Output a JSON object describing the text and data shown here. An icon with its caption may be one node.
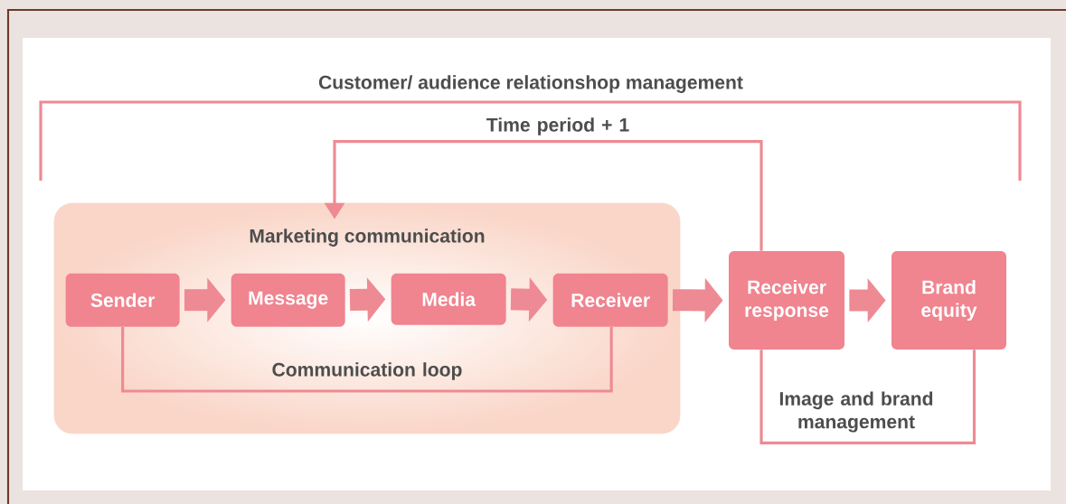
{
  "diagram": {
    "nodes": [
      {
        "text": [
          "Marketing communication"
        ]
      },
      {
        "text": [
          "Sender"
        ],
        "in": 0
      },
      {
        "text": [
          "Message"
        ],
        "in": 0
      },
      {
        "text": [
          "Media"
        ],
        "in": 0
      },
      {
        "text": [
          "Receiver"
        ],
        "in": 0
      },
      {
        "text": [
          "Receiver response"
        ]
      },
      {
        "text": [
          "Brand equity"
        ]
      }
    ],
    "edges": [
      {
        "from": 1,
        "to": 2,
        "arrow": "to"
      },
      {
        "from": 2,
        "to": 3,
        "arrow": "to"
      },
      {
        "from": 3,
        "to": 4,
        "arrow": "to"
      },
      {
        "from": 4,
        "to": 5,
        "arrow": "to"
      },
      {
        "from": 5,
        "to": 6,
        "arrow": "to"
      },
      {
        "from": 1,
        "to": 4,
        "arrow": "none",
        "label": "Communication loop"
      },
      {
        "from": 5,
        "to": 6,
        "arrow": "none",
        "label": "Image and brand management"
      },
      {
        "from": 5,
        "to": 0,
        "arrow": "to",
        "label": "Time period + 1"
      }
    ],
    "labels": [
      "Customer/ audience relationshop management"
    ]
  }
}
